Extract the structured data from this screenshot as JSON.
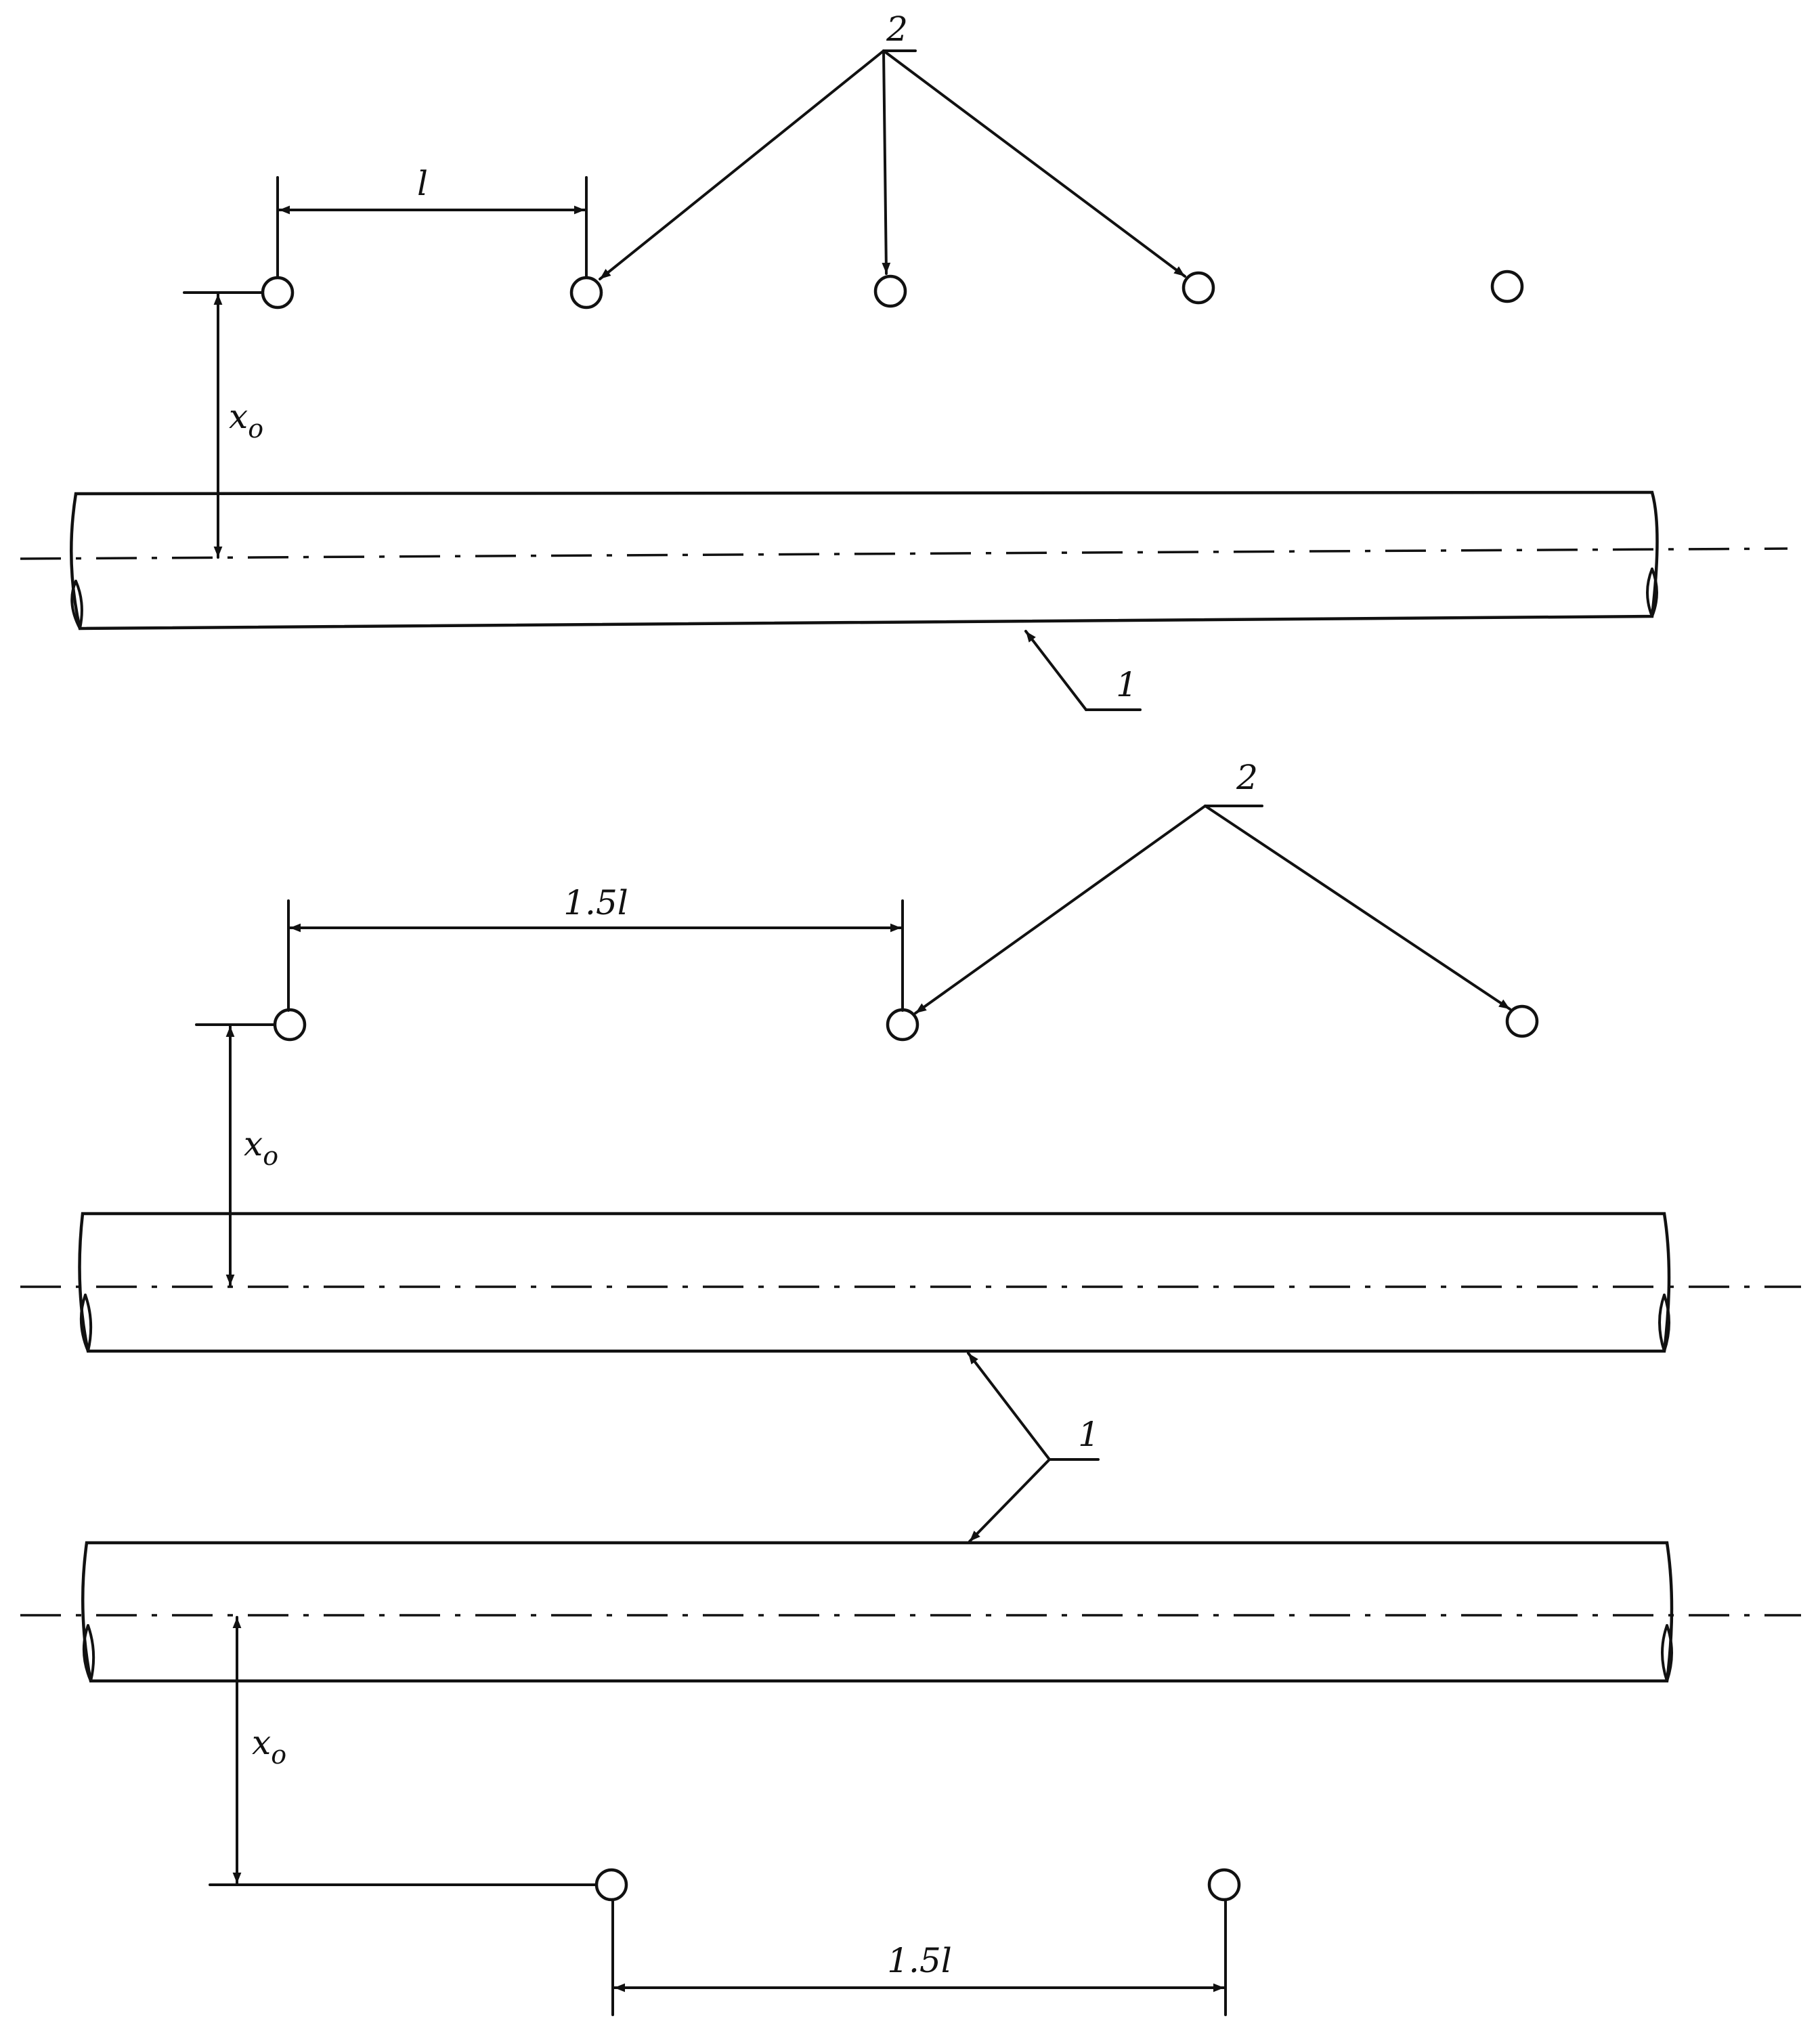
{
  "labels": {
    "pipeline_number": "1",
    "marker_number": "2",
    "spacing": "l",
    "spacing_large": "1.5l",
    "offset": "x",
    "offset_subscript": "o"
  },
  "colors": {
    "line": "#111111",
    "background": "#ffffff"
  }
}
